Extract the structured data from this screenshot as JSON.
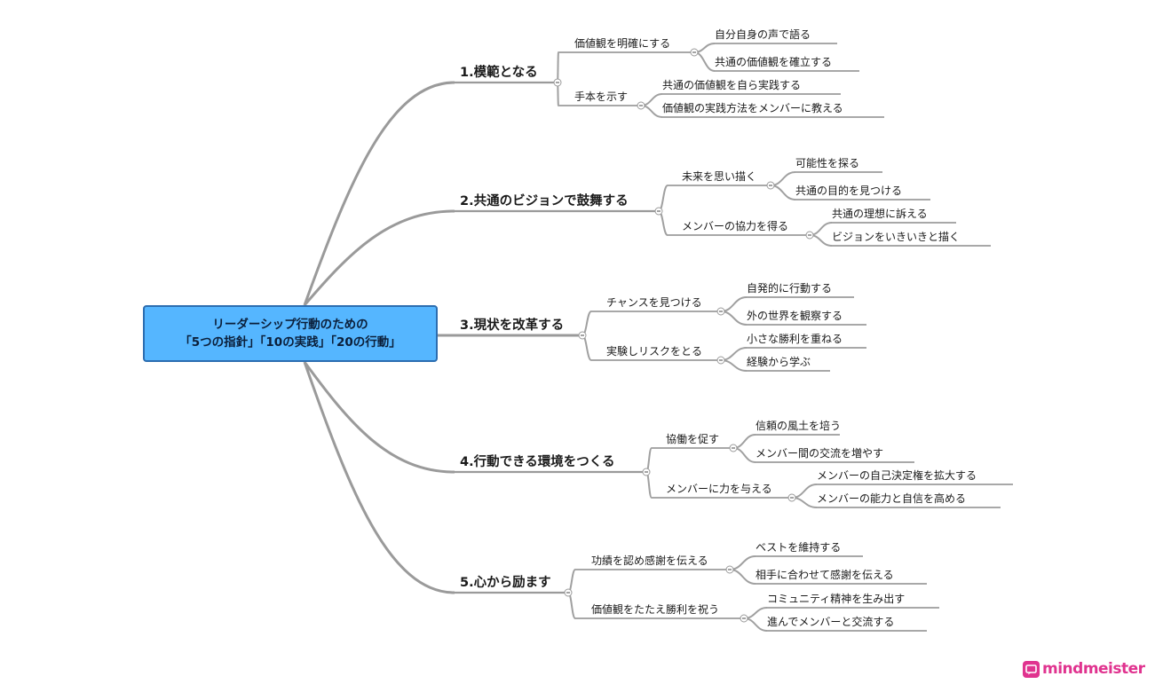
{
  "central": {
    "line1": "リーダーシップ行動のための",
    "line2": "「5つの指針」「10の実践」「20の行動」"
  },
  "branches": [
    {
      "label": "1.模範となる",
      "children": [
        {
          "label": "価値観を明確にする",
          "children": [
            "自分自身の声で語る",
            "共通の価値観を確立する"
          ]
        },
        {
          "label": "手本を示す",
          "children": [
            "共通の価値観を自ら実践する",
            "価値観の実践方法をメンバーに教える"
          ]
        }
      ]
    },
    {
      "label": "2.共通のビジョンで鼓舞する",
      "children": [
        {
          "label": "未来を思い描く",
          "children": [
            "可能性を探る",
            "共通の目的を見つける"
          ]
        },
        {
          "label": "メンバーの協力を得る",
          "children": [
            "共通の理想に訴える",
            "ビジョンをいきいきと描く"
          ]
        }
      ]
    },
    {
      "label": "3.現状を改革する",
      "children": [
        {
          "label": "チャンスを見つける",
          "children": [
            "自発的に行動する",
            "外の世界を観察する"
          ]
        },
        {
          "label": "実験しリスクをとる",
          "children": [
            "小さな勝利を重ねる",
            "経験から学ぶ"
          ]
        }
      ]
    },
    {
      "label": "4.行動できる環境をつくる",
      "children": [
        {
          "label": "協働を促す",
          "children": [
            "信頼の風土を培う",
            "メンバー間の交流を増やす"
          ]
        },
        {
          "label": "メンバーに力を与える",
          "children": [
            "メンバーの自己決定権を拡大する",
            "メンバーの能力と自信を高める"
          ]
        }
      ]
    },
    {
      "label": "5.心から励ます",
      "children": [
        {
          "label": "功績を認め感謝を伝える",
          "children": [
            "ベストを維持する",
            "相手に合わせて感謝を伝える"
          ]
        },
        {
          "label": "価値観をたたえ勝利を祝う",
          "children": [
            "コミュニティ精神を生み出す",
            "進んでメンバーと交流する"
          ]
        }
      ]
    }
  ],
  "brand": {
    "name": "mindmeister",
    "color": "#e0338f"
  },
  "colors": {
    "central_fill": "#55b6ff",
    "central_border": "#2c6db0",
    "connector": "#9a9a9a"
  }
}
